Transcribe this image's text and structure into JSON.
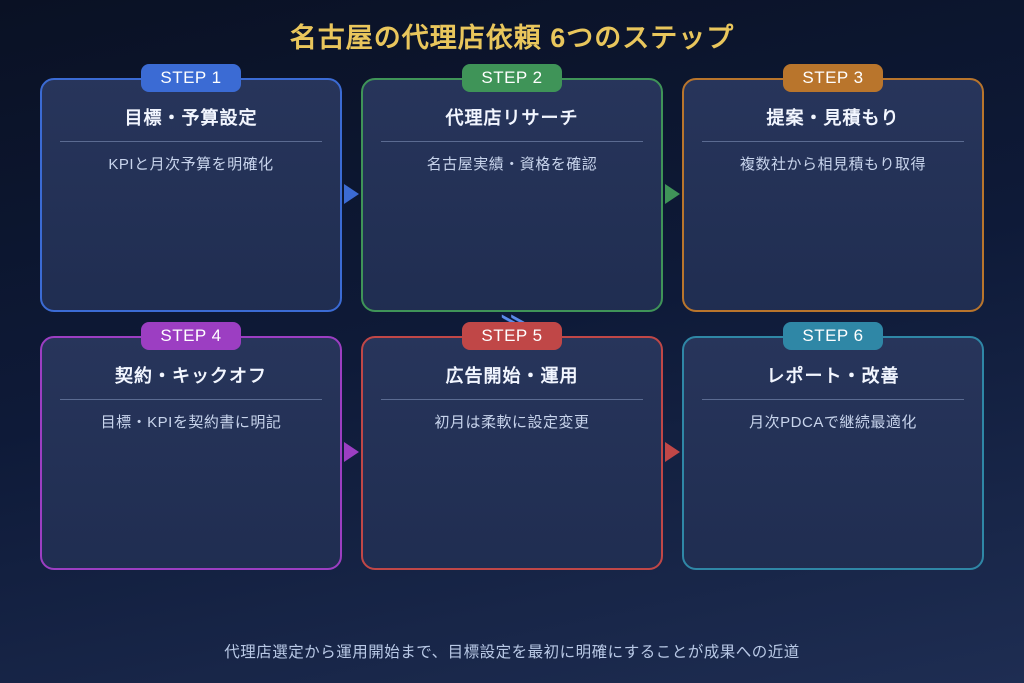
{
  "page": {
    "title": "名古屋の代理店依頼 6つのステップ",
    "title_color": "#e9c65c",
    "background_top_color": "#0a1124",
    "background_bottom_color": "#1e2d52",
    "footer_note": "代理店選定から運用開始まで、目標設定を最初に明確にすることが成果への近道"
  },
  "steps": [
    {
      "badge": "STEP 1",
      "title": "目標・予算設定",
      "description": "KPIと月次予算を明確化",
      "accent": "#3b6bd4"
    },
    {
      "badge": "STEP 2",
      "title": "代理店リサーチ",
      "description": "名古屋実績・資格を確認",
      "accent": "#3f9458"
    },
    {
      "badge": "STEP 3",
      "title": "提案・見積もり",
      "description": "複数社から相見積もり取得",
      "accent": "#b9752c"
    },
    {
      "badge": "STEP 4",
      "title": "契約・キックオフ",
      "description": "目標・KPIを契約書に明記",
      "accent": "#9c3ec2"
    },
    {
      "badge": "STEP 5",
      "title": "広告開始・運用",
      "description": "初月は柔軟に設定変更",
      "accent": "#c04747"
    },
    {
      "badge": "STEP 6",
      "title": "レポート・改善",
      "description": "月次PDCAで継続最適化",
      "accent": "#2f87a6"
    }
  ],
  "arrows": [
    {
      "from_step": "STEP 1",
      "to_step": "STEP 2",
      "color": "#3b6bd4"
    },
    {
      "from_step": "STEP 2",
      "to_step": "STEP 3",
      "color": "#3f9458"
    },
    {
      "from_step": "STEP 4",
      "to_step": "STEP 5",
      "color": "#9c3ec2"
    },
    {
      "from_step": "STEP 5",
      "to_step": "STEP 6",
      "color": "#c04747"
    }
  ],
  "decorations": {
    "fast_forward_glyph": "≫",
    "fast_forward_color": "#5b8bea"
  }
}
